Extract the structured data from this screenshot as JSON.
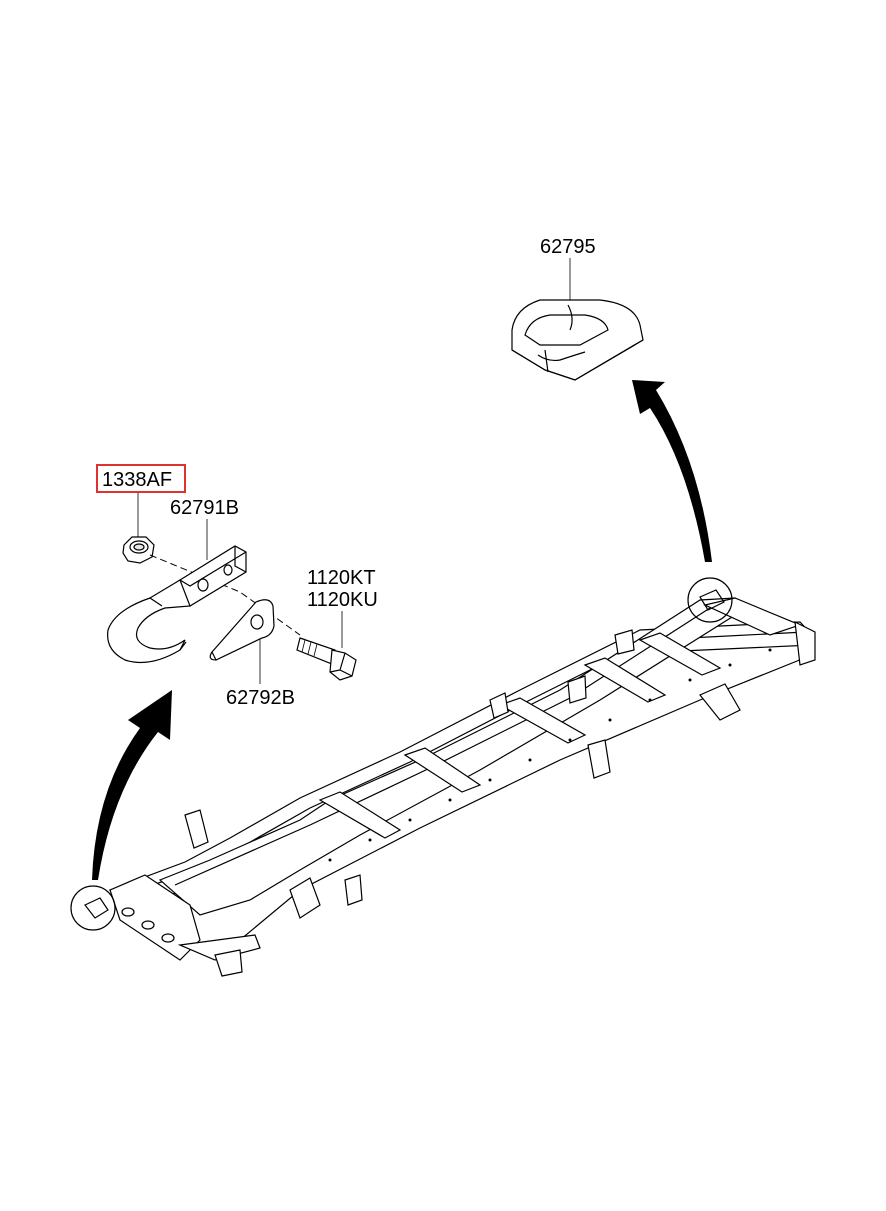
{
  "callouts": [
    {
      "id": "1338AF",
      "label": "1338AF",
      "highlighted": true
    },
    {
      "id": "62791B",
      "label": "62791B",
      "highlighted": false
    },
    {
      "id": "1120KT",
      "label": "1120KT",
      "highlighted": false
    },
    {
      "id": "1120KU",
      "label": "1120KU",
      "highlighted": false
    },
    {
      "id": "62792B",
      "label": "62792B",
      "highlighted": false
    },
    {
      "id": "62795",
      "label": "62795",
      "highlighted": false
    }
  ],
  "colors": {
    "highlight_box": "#e03131",
    "ink": "#000000",
    "background": "#ffffff"
  }
}
